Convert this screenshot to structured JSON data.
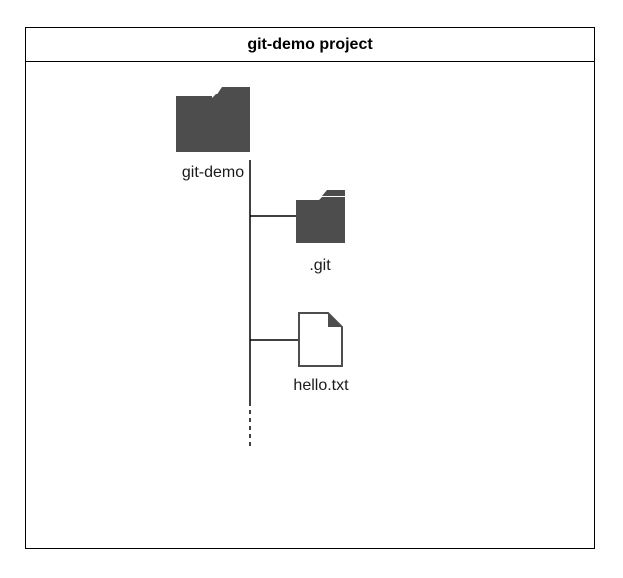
{
  "title": "git-demo project",
  "nodes": {
    "root": {
      "label": "git-demo",
      "icon": "folder-icon"
    },
    "git_dir": {
      "label": ".git",
      "icon": "folder-icon"
    },
    "hello_file": {
      "label": "hello.txt",
      "icon": "file-icon"
    }
  },
  "colors": {
    "folder_fill": "#4d4d4d",
    "line": "#000000",
    "file_fill": "#ffffff",
    "file_stroke": "#4d4d4d"
  }
}
